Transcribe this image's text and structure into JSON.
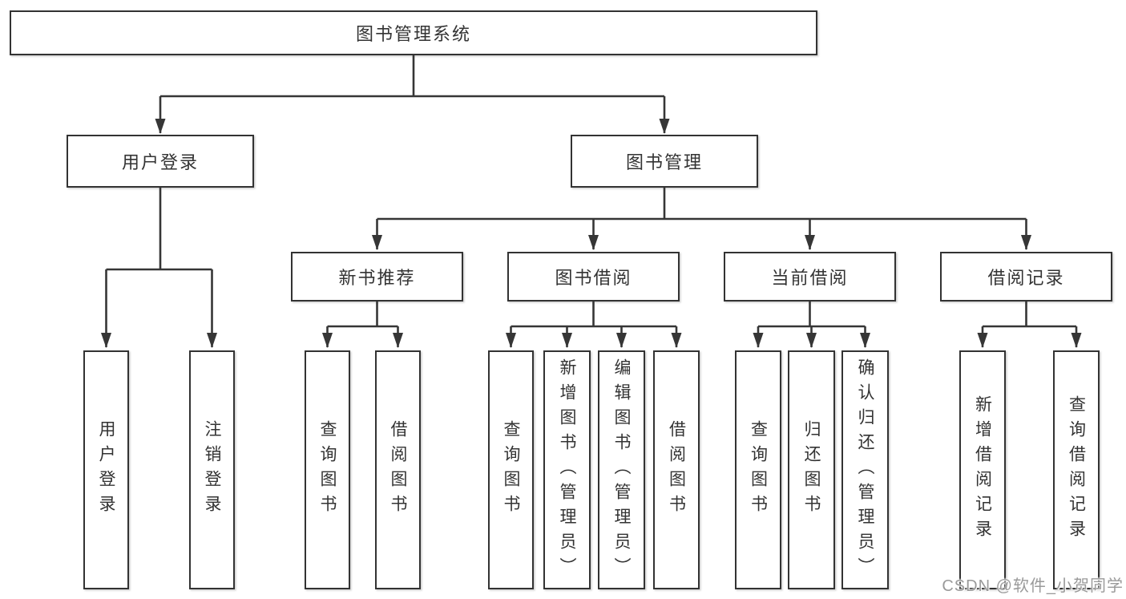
{
  "diagram": {
    "watermark": "CSDN @软件_小贺同学",
    "colors": {
      "line": "#363636",
      "box_border": "#333333",
      "box_fill": "#ffffff",
      "text": "#333333",
      "watermark_text": "#9a9a9a",
      "background": "#ffffff"
    },
    "root": {
      "label": "图书管理系统",
      "children": [
        {
          "label": "用户登录",
          "children": [
            {
              "label": "用户登录"
            },
            {
              "label": "注销登录"
            }
          ]
        },
        {
          "label": "图书管理",
          "children": [
            {
              "label": "新书推荐",
              "children": [
                {
                  "label": "查询图书"
                },
                {
                  "label": "借阅图书"
                }
              ]
            },
            {
              "label": "图书借阅",
              "children": [
                {
                  "label": "查询图书"
                },
                {
                  "label": "新增图书（管理员）"
                },
                {
                  "label": "编辑图书（管理员）"
                },
                {
                  "label": "借阅图书"
                }
              ]
            },
            {
              "label": "当前借阅",
              "children": [
                {
                  "label": "查询图书"
                },
                {
                  "label": "归还图书"
                },
                {
                  "label": "确认归还（管理员）"
                }
              ]
            },
            {
              "label": "借阅记录",
              "children": [
                {
                  "label": "新增借阅记录"
                },
                {
                  "label": "查询借阅记录"
                }
              ]
            }
          ]
        }
      ]
    }
  }
}
